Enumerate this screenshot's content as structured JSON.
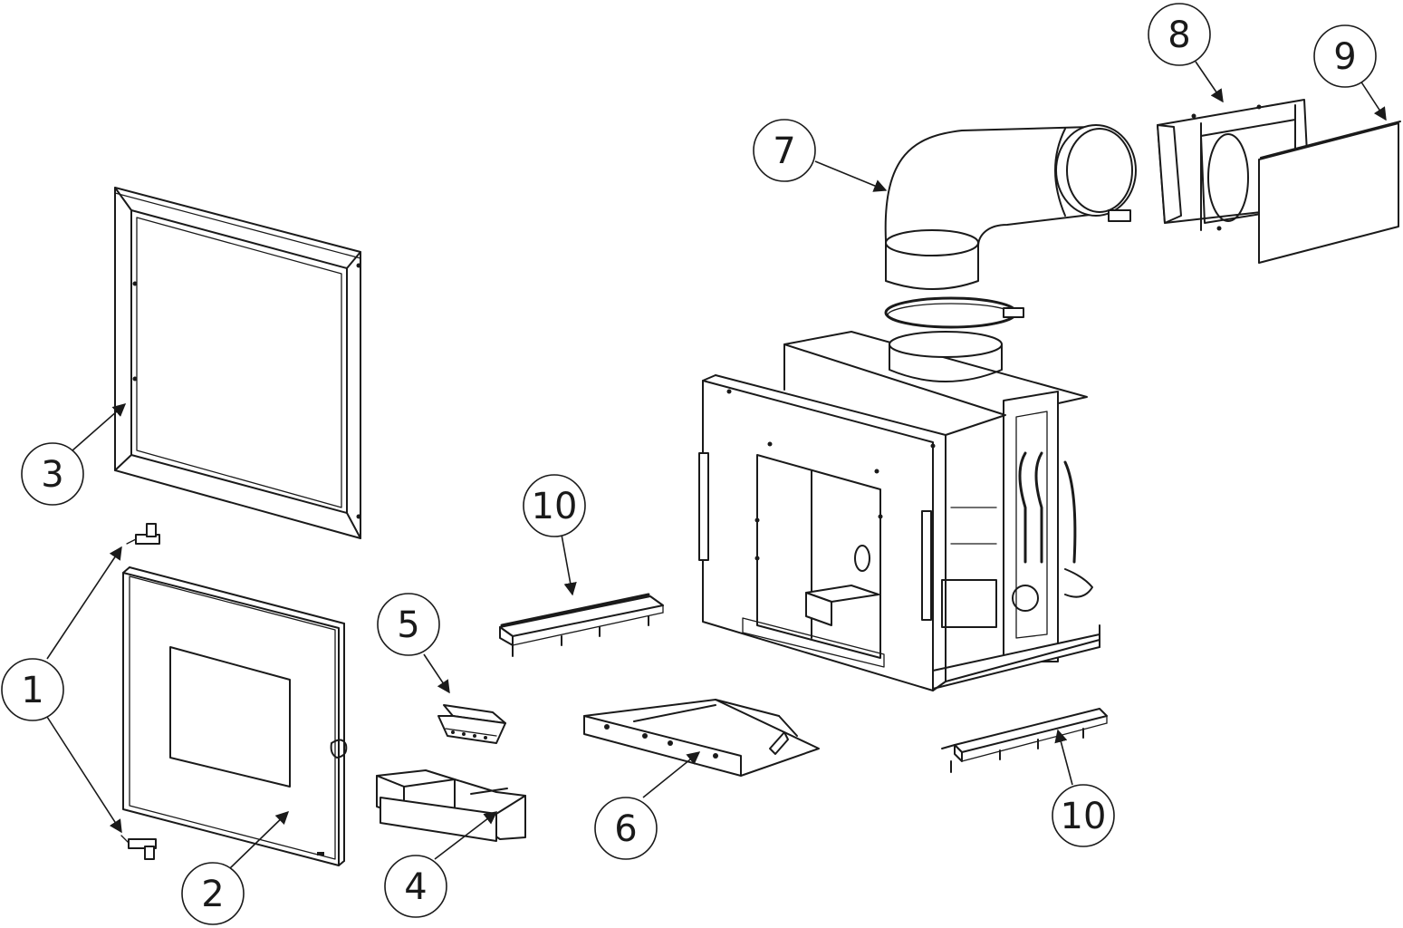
{
  "callouts": [
    {
      "id": "c1",
      "label": "1"
    },
    {
      "id": "c2",
      "label": "2"
    },
    {
      "id": "c3",
      "label": "3"
    },
    {
      "id": "c4",
      "label": "4"
    },
    {
      "id": "c5",
      "label": "5"
    },
    {
      "id": "c6",
      "label": "6"
    },
    {
      "id": "c7",
      "label": "7"
    },
    {
      "id": "c8",
      "label": "8"
    },
    {
      "id": "c9",
      "label": "9"
    },
    {
      "id": "c10a",
      "label": "10"
    },
    {
      "id": "c10b",
      "label": "10"
    }
  ],
  "colors": {
    "line": "#1a1a1a",
    "background": "#ffffff"
  }
}
